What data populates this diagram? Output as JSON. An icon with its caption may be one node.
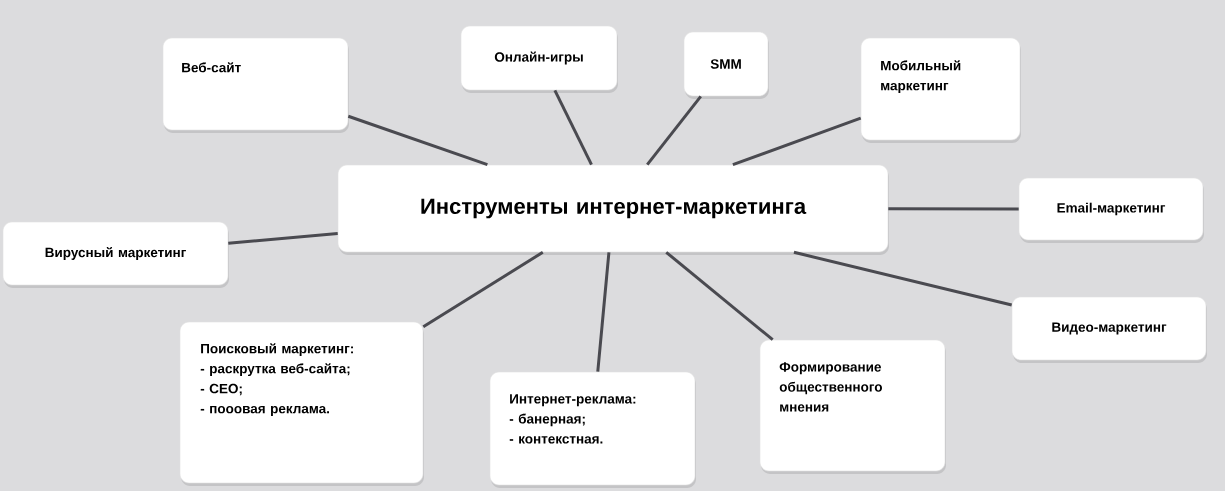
{
  "diagram": {
    "nodes": [
      {
        "text": [
          "Инструменты интернет-маркетинга"
        ]
      },
      {
        "text": [
          "Веб-сайт"
        ]
      },
      {
        "text": [
          "Онлайн-игры"
        ]
      },
      {
        "text": [
          "SMM"
        ]
      },
      {
        "text": [
          "Мобильный маркетинг"
        ]
      },
      {
        "text": [
          "Email-маркетинг"
        ]
      },
      {
        "text": [
          "Вирусный маркетинг"
        ]
      },
      {
        "text": [
          "Видео-маркетинг"
        ]
      },
      {
        "text": [
          "Поисковый маркетинг:",
          "- раскрутка веб-сайта;",
          "- СЕО;",
          "- пооовая реклама."
        ]
      },
      {
        "text": [
          "Интернет-реклама:",
          "- банерная;",
          "- контекстная."
        ]
      },
      {
        "text": [
          "Формирование общественного мнения"
        ]
      }
    ],
    "edges": [
      {
        "from": 0,
        "to": 1,
        "arrow": "none"
      },
      {
        "from": 0,
        "to": 2,
        "arrow": "none"
      },
      {
        "from": 0,
        "to": 3,
        "arrow": "none"
      },
      {
        "from": 0,
        "to": 4,
        "arrow": "none"
      },
      {
        "from": 0,
        "to": 5,
        "arrow": "none"
      },
      {
        "from": 0,
        "to": 6,
        "arrow": "none"
      },
      {
        "from": 0,
        "to": 7,
        "arrow": "none"
      },
      {
        "from": 0,
        "to": 8,
        "arrow": "none"
      },
      {
        "from": 0,
        "to": 9,
        "arrow": "none"
      },
      {
        "from": 0,
        "to": 10,
        "arrow": "none"
      }
    ]
  }
}
